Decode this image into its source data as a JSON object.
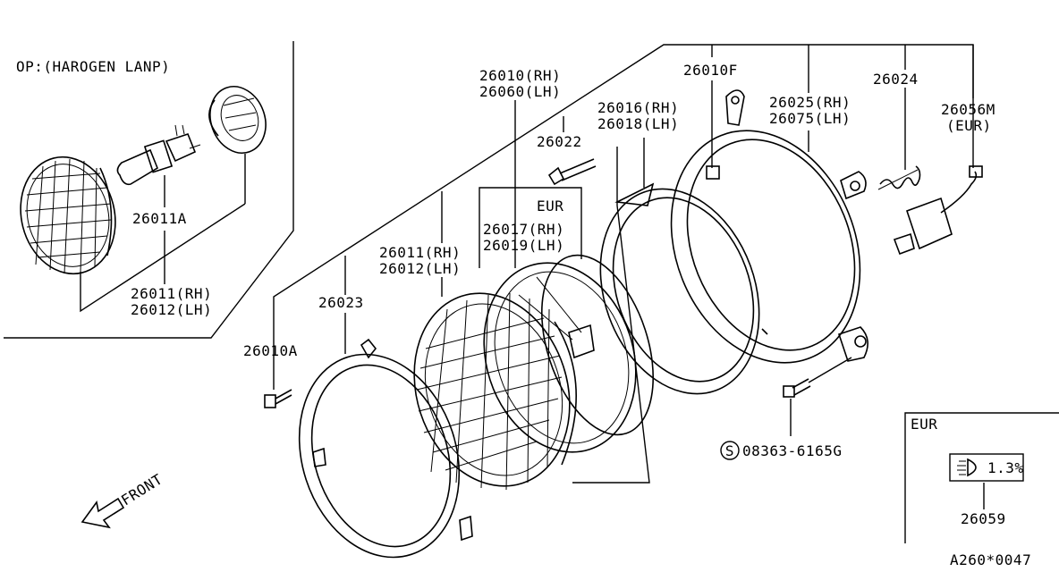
{
  "option_box": {
    "title": "OP:(HAROGEN LANP)",
    "bulb_part": "26011A",
    "lamp_rh": "26011(RH)",
    "lamp_lh": "26012(LH)"
  },
  "labels": {
    "p26010_rh": "26010(RH)",
    "p26060_lh": "26060(LH)",
    "p26010F": "26010F",
    "p26024": "26024",
    "p26016_rh": "26016(RH)",
    "p26018_lh": "26018(LH)",
    "p26025_rh": "26025(RH)",
    "p26075_lh": "26075(LH)",
    "p26056M": "26056M",
    "p26056M_note": "(EUR)",
    "p26022": "26022",
    "eur_tag": "EUR",
    "p26017_rh": "26017(RH)",
    "p26019_lh": "26019(LH)",
    "p26011_rh": "26011(RH)",
    "p26012_lh": "26012(LH)",
    "p26023": "26023",
    "p26010A": "26010A",
    "screw_code": "08363-6165G",
    "screw_symbol": "S",
    "front": "FRONT"
  },
  "eur_box": {
    "title": "EUR",
    "badge_text": "1.3%",
    "part": "26059"
  },
  "diagram_id": "A260*0047"
}
